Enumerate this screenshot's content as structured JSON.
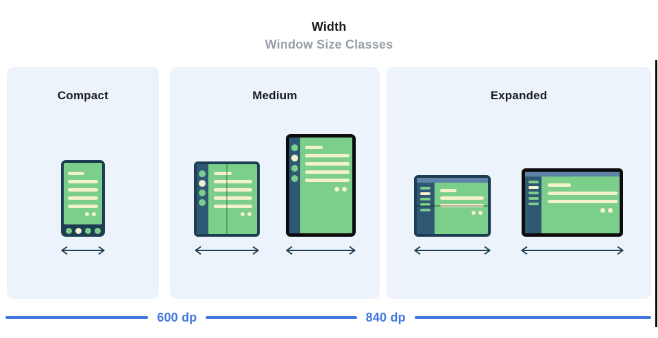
{
  "header": {
    "title": "Width",
    "subtitle": "Window Size Classes"
  },
  "panels": [
    {
      "label": "Compact",
      "devices": [
        "phone-portrait-icon"
      ]
    },
    {
      "label": "Medium",
      "devices": [
        "foldable-portrait-icon",
        "tablet-portrait-icon"
      ]
    },
    {
      "label": "Expanded",
      "devices": [
        "foldable-landscape-icon",
        "laptop-landscape-icon"
      ]
    }
  ],
  "ruler": {
    "breakpoint_labels": [
      "600 dp",
      "840 dp"
    ]
  },
  "colors": {
    "panel_bg": "#edf3fb",
    "frame_navy": "#1d3d53",
    "frame_black": "#0c0c0c",
    "sidebar_navy": "#2e5873",
    "screen_green": "#7cce8b",
    "content_cream": "#f4f1cd",
    "titlebar_gray_blue": "#5f83a6",
    "accent_blue": "#4377e0",
    "subtitle_gray": "#989fa7",
    "title_black": "#17191c"
  }
}
